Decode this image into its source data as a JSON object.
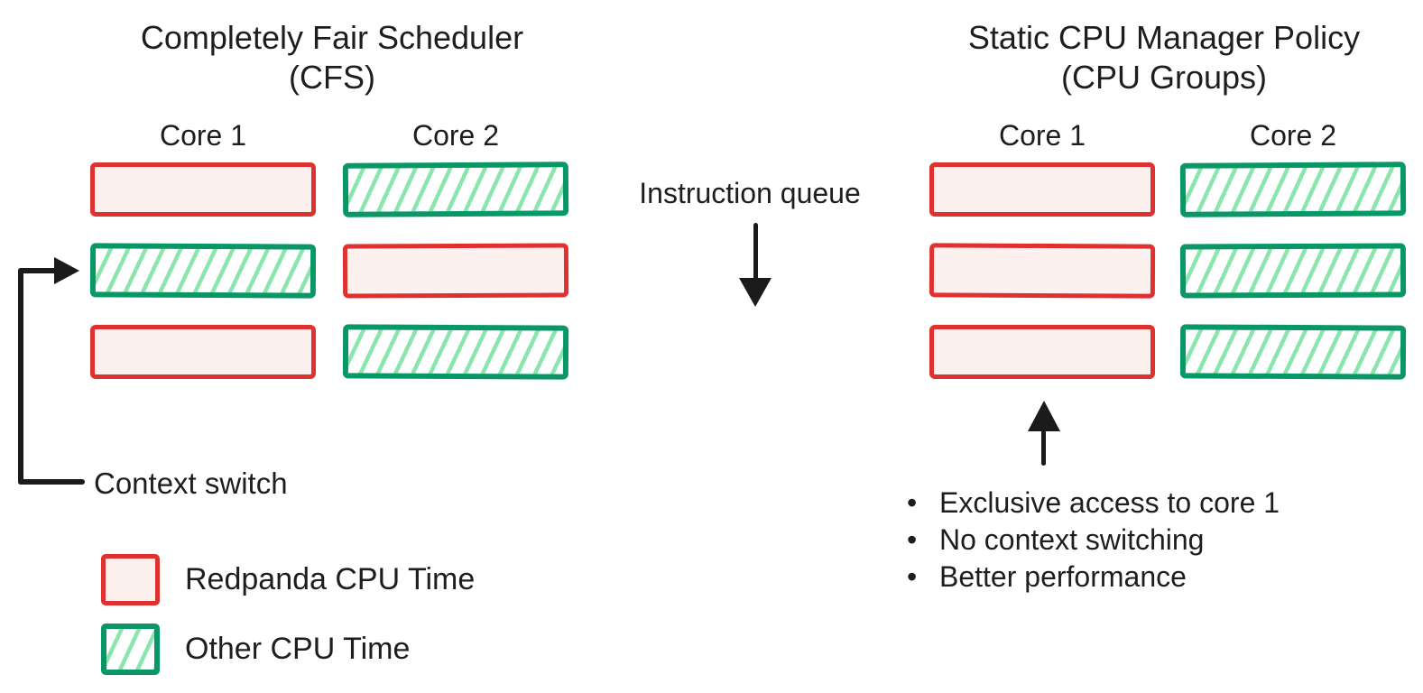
{
  "colors": {
    "red_stroke": "#e03131",
    "red_fill": "#fdf1f0",
    "green_stroke": "#0a9768",
    "green_hatch": "#8ae6ad",
    "arrow_black": "#1b1b1b",
    "text": "#1e1e1e"
  },
  "left_panel": {
    "title": "Completely Fair Scheduler (CFS)",
    "cores": [
      "Core 1",
      "Core 2"
    ],
    "rows": [
      [
        "redpanda",
        "other"
      ],
      [
        "other",
        "redpanda"
      ],
      [
        "redpanda",
        "other"
      ]
    ],
    "context_switch_label": "Context switch"
  },
  "middle": {
    "label": "Instruction queue"
  },
  "right_panel": {
    "title_line1": "Static CPU Manager Policy",
    "title_line2": "(CPU Groups)",
    "cores": [
      "Core 1",
      "Core 2"
    ],
    "rows": [
      [
        "redpanda",
        "other"
      ],
      [
        "redpanda",
        "other"
      ],
      [
        "redpanda",
        "other"
      ]
    ],
    "bullet_glyph": "•",
    "bullets": [
      "Exclusive access to core 1",
      "No context switching",
      "Better performance"
    ]
  },
  "legend": {
    "items": [
      {
        "type": "redpanda",
        "label": "Redpanda CPU Time"
      },
      {
        "type": "other",
        "label": "Other CPU Time"
      }
    ]
  }
}
